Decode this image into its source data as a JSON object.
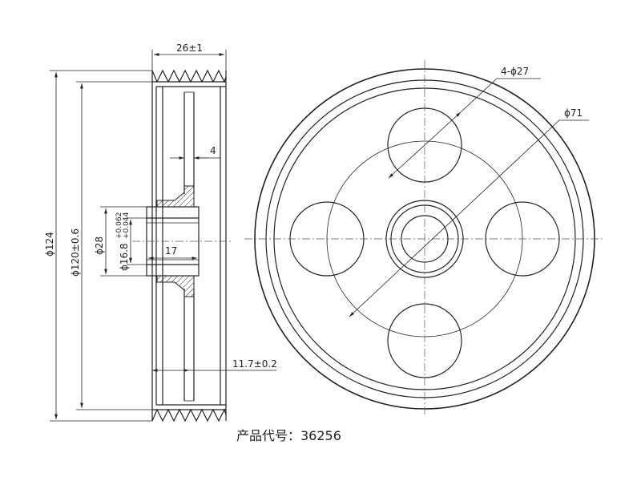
{
  "side_view": {
    "width_label": "26±1",
    "groove_label": "4",
    "od_label": "ϕ124",
    "pitch_label": "ϕ120±0.6",
    "hub_od_label": "ϕ28",
    "bore_label": "ϕ16.8",
    "bore_tol_upper": "+0.062",
    "bore_tol_lower": "+0.044",
    "hub_len_label": "17",
    "offset_label": "11.7±0.2"
  },
  "front_view": {
    "holes_label": "4-ϕ27",
    "pcd_label": "ϕ71"
  },
  "caption": "产品代号：36256"
}
